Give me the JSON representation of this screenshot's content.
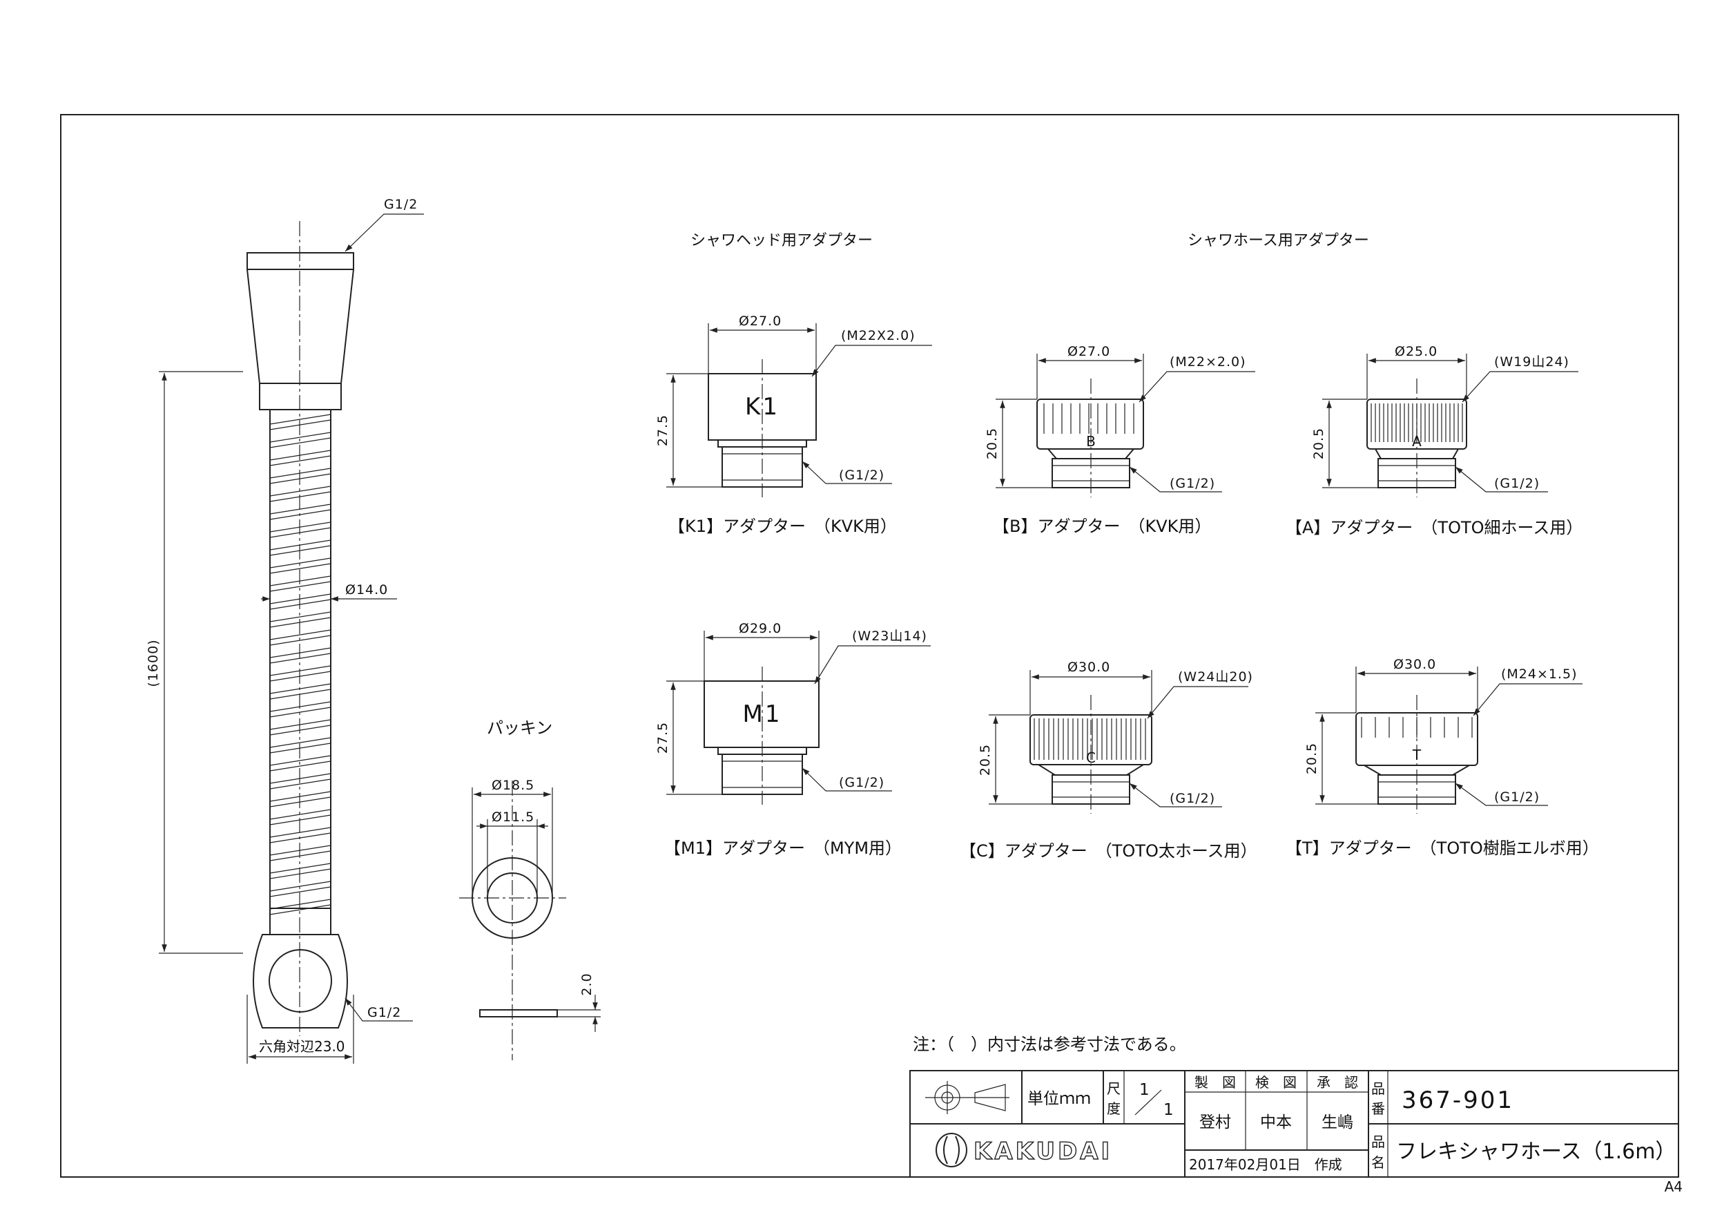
{
  "sheet": {
    "size_mark": "A4",
    "note": "注：（　）内寸法は参考寸法である。"
  },
  "hose": {
    "top_thread": "G1/2",
    "length": "(1600)",
    "diameter": "Ø14.0",
    "bottom_thread": "G1/2",
    "hex": "六角対辺23.0"
  },
  "packing": {
    "title": "パッキン",
    "outer": "Ø18.5",
    "inner": "Ø11.5",
    "thickness": "2.0"
  },
  "sections": {
    "head": "シャワヘッド用アダプター",
    "hose": "シャワホース用アダプター"
  },
  "adapters": {
    "k1": {
      "mark": "K1",
      "dia": "Ø27.0",
      "thread": "(M22X2.0)",
      "height": "27.5",
      "bottom": "(G1/2)",
      "caption": "【K1】アダプター　（KVK用）"
    },
    "m1": {
      "mark": "M1",
      "dia": "Ø29.0",
      "thread": "(W23山14)",
      "height": "27.5",
      "bottom": "(G1/2)",
      "caption": "【M1】アダプター　（MYM用）"
    },
    "b": {
      "mark": "B",
      "dia": "Ø27.0",
      "thread": "(M22×2.0)",
      "height": "20.5",
      "bottom": "(G1/2)",
      "caption": "【B】アダプター　（KVK用）"
    },
    "a": {
      "mark": "A",
      "dia": "Ø25.0",
      "thread": "(W19山24)",
      "height": "20.5",
      "bottom": "(G1/2)",
      "caption": "【A】アダプター　（TOTO細ホース用）"
    },
    "c": {
      "mark": "C",
      "dia": "Ø30.0",
      "thread": "(W24山20)",
      "height": "20.5",
      "bottom": "(G1/2)",
      "caption": "【C】アダプター　（TOTO太ホース用）"
    },
    "t": {
      "mark": "T",
      "dia": "Ø30.0",
      "thread": "(M24×1.5)",
      "height": "20.5",
      "bottom": "(G1/2)",
      "caption": "【T】アダプター　（TOTO樹脂エルボ用）"
    }
  },
  "title_block": {
    "unit": "単位ｍｍ",
    "scale_label_1": "尺",
    "scale_label_2": "度",
    "scale_num": "1",
    "scale_den": "1",
    "drawn_label": "製　図",
    "checked_label": "検　図",
    "approved_label": "承　認",
    "drawn_by": "登村",
    "checked_by": "中本",
    "approved_by": "生嶋",
    "date": "2017年02月01日　作成",
    "part_no_label_1": "品",
    "part_no_label_2": "番",
    "part_no": "367-901",
    "name_label_1": "品",
    "name_label_2": "名",
    "product_name": "フレキシャワホース（1.6m）",
    "company": "KAKUDAI"
  }
}
